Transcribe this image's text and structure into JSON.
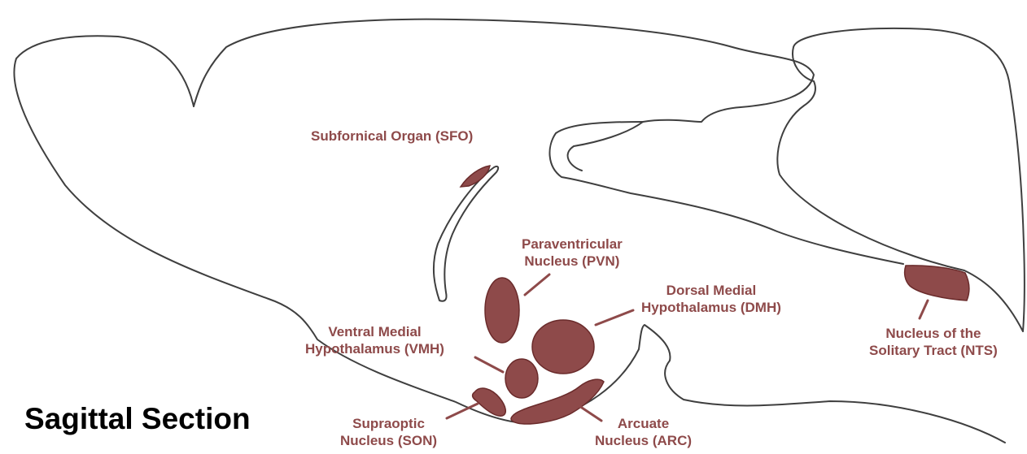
{
  "title": "Sagittal Section",
  "colors": {
    "outline": "#3f3f3f",
    "region_fill": "#8e4a4a",
    "label": "#8e4a4a",
    "title": "#000000",
    "background": "#ffffff"
  },
  "labels": {
    "sfo": {
      "line1": "Subfornical Organ (SFO)"
    },
    "pvn": {
      "line1": "Paraventricular",
      "line2": "Nucleus (PVN)"
    },
    "dmh": {
      "line1": "Dorsal Medial",
      "line2": "Hypothalamus (DMH)"
    },
    "vmh": {
      "line1": "Ventral Medial",
      "line2": "Hypothalamus (VMH)"
    },
    "son": {
      "line1": "Supraoptic",
      "line2": "Nucleus (SON)"
    },
    "arc": {
      "line1": "Arcuate",
      "line2": "Nucleus (ARC)"
    },
    "nts": {
      "line1": "Nucleus of the",
      "line2": "Solitary Tract (NTS)"
    }
  }
}
